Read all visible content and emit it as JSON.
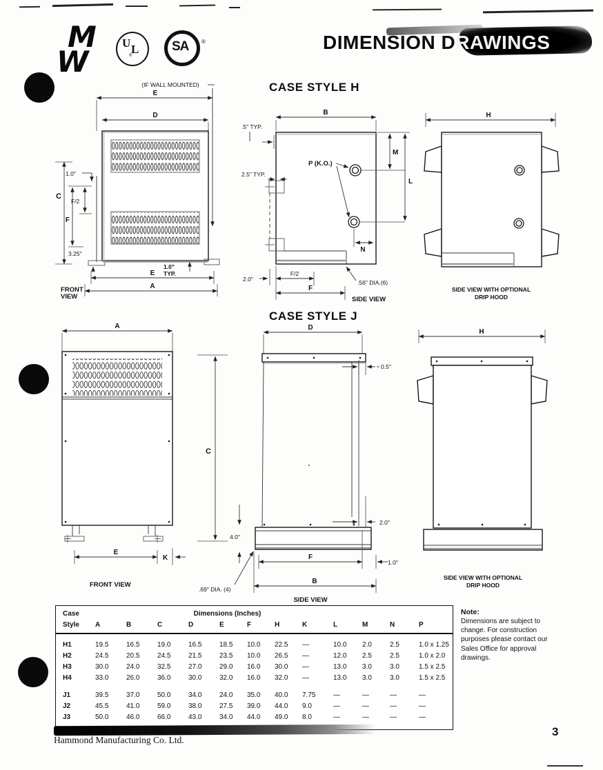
{
  "header": {
    "title_left": "DIMENSION D",
    "title_right": "RAWINGS",
    "hammond_m": "M",
    "hammond_w": "W",
    "ul_u": "U",
    "ul_l": "L",
    "ul_reg": "®",
    "csa": "SA",
    "csa_reg": "®"
  },
  "case_h": {
    "title": "CASE STYLE H",
    "front": {
      "wall_mounted": "(IF WALL MOUNTED)",
      "e_top": "E",
      "d": "D",
      "c": "C",
      "one_inch": "1.0\"",
      "f_half": "F/2",
      "f": "F",
      "three_25": "3.25\"",
      "one_typ_1": "1.0\"",
      "one_typ_2": "TYP.",
      "e_bottom": "E",
      "a": "A",
      "caption_1": "FRONT",
      "caption_2": "VIEW"
    },
    "side": {
      "b": "B",
      "half_typ": ".5\" TYP.",
      "two_half_typ": "2.5\" TYP.",
      "p_ko": "P (K.O.)",
      "m": "M",
      "l": "L",
      "n": "N",
      "two": "2.0\"",
      "f_half": "F/2",
      "f": "F",
      "dia": ".56\" DIA.(6)",
      "caption": "SIDE VIEW"
    },
    "hood": {
      "h": "H",
      "caption_1": "SIDE VIEW WITH OPTIONAL",
      "caption_2": "DRIP HOOD"
    }
  },
  "case_j": {
    "title": "CASE STYLE J",
    "front": {
      "a": "A",
      "e": "E",
      "k": "K",
      "caption": "FRONT VIEW"
    },
    "side": {
      "d": "D",
      "c": "C",
      "half": "0.5\"",
      "two": "2.0\"",
      "four": "4.0\"",
      "f": "F",
      "one": "1.0\"",
      "b": "B",
      "dia": ".69\" DIA. (4)",
      "caption": "SIDE VIEW"
    },
    "hood": {
      "h": "H",
      "caption_1": "SIDE VIEW WITH OPTIONAL",
      "caption_2": "DRIP HOOD"
    }
  },
  "table": {
    "header_case": "Case",
    "header_style": "Style",
    "header_span": "Dimensions (Inches)",
    "columns": [
      "A",
      "B",
      "C",
      "D",
      "E",
      "F",
      "H",
      "K",
      "L",
      "M",
      "N",
      "P"
    ],
    "rows": [
      {
        "style": "H1",
        "values": [
          "19.5",
          "16.5",
          "19.0",
          "16.5",
          "18.5",
          "10.0",
          "22.5",
          "—",
          "10.0",
          "2.0",
          "2.5",
          "1.0 x 1.25"
        ]
      },
      {
        "style": "H2",
        "values": [
          "24.5",
          "20.5",
          "24.5",
          "21.5",
          "23.5",
          "10.0",
          "26.5",
          "—",
          "12.0",
          "2.5",
          "2.5",
          "1.0 x 2.0"
        ]
      },
      {
        "style": "H3",
        "values": [
          "30.0",
          "24.0",
          "32.5",
          "27.0",
          "29.0",
          "16.0",
          "30.0",
          "—",
          "13.0",
          "3.0",
          "3.0",
          "1.5 x 2.5"
        ]
      },
      {
        "style": "H4",
        "values": [
          "33.0",
          "26.0",
          "36.0",
          "30.0",
          "32.0",
          "16.0",
          "32.0",
          "—",
          "13.0",
          "3.0",
          "3.0",
          "1.5 x 2.5"
        ]
      },
      {
        "style": "J1",
        "values": [
          "39.5",
          "37.0",
          "50.0",
          "34.0",
          "24.0",
          "35.0",
          "40.0",
          "7.75",
          "—",
          "—",
          "—",
          "—"
        ],
        "gap": true
      },
      {
        "style": "J2",
        "values": [
          "45.5",
          "41.0",
          "59.0",
          "38.0",
          "27.5",
          "39.0",
          "44.0",
          "9.0",
          "—",
          "—",
          "—",
          "—"
        ]
      },
      {
        "style": "J3",
        "values": [
          "50.0",
          "46.0",
          "66.0",
          "43.0",
          "34.0",
          "44.0",
          "49.0",
          "8.0",
          "—",
          "—",
          "—",
          "—"
        ]
      }
    ]
  },
  "note": {
    "heading": "Note:",
    "body": "Dimensions are subject to change. For construction purposes please contact our Sales Office for approval drawings."
  },
  "footer": {
    "company": "Hammond Manufacturing Co. Ltd.",
    "page_number": "3"
  }
}
